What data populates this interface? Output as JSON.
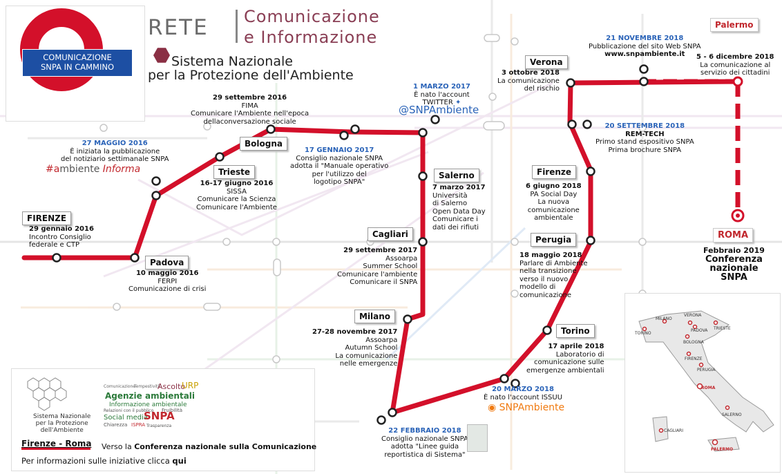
{
  "header": {
    "roundel_line1": "COMUNICAZIONE",
    "roundel_line2": "SNPA IN CAMMINO",
    "rete": "RETE",
    "comm_line1": "Comunicazione",
    "comm_line2": "e Informazione",
    "snpa_line1": "Sistema Nazionale",
    "snpa_line2": "per la Protezione dell'Ambiente"
  },
  "colors": {
    "main_line": "#d3102a",
    "accent_blue": "#2a63b8",
    "issuu_orange": "#f07a10"
  },
  "stations": {
    "firenze_2016": {
      "name": "FIRENZE",
      "date": "29 gennaio 2016",
      "l1": "Incontro Consiglio",
      "l2": "federale e CTP"
    },
    "padova": {
      "name": "Padova",
      "date": "10 maggio 2016",
      "l1": "FERPI",
      "l2": "Comunicazione di crisi"
    },
    "maggio": {
      "date": "27 MAGGIO 2016",
      "l1": "È iniziata la pubblicazione",
      "l2": "del notiziario settimanale SNPA",
      "hash1": "#",
      "hash2": "a",
      "hash3": "mbiente ",
      "hash4": "Informa"
    },
    "trieste": {
      "name": "Trieste",
      "date": "16-17 giugno 2016",
      "l1": "SISSA",
      "l2": "Comunicare la Scienza",
      "l3": "Comunicare l'Ambiente"
    },
    "bologna": {
      "name": "Bologna"
    },
    "fima": {
      "date": "29 settembre 2016",
      "l1": "FIMA",
      "l2": "Comunicare l'Ambiente nell'epoca",
      "l3": "dellaconversazione sociale"
    },
    "gennaio": {
      "date": "17 GENNAIO 2017",
      "l1": "Consiglio nazionale SNPA",
      "l2": "adotta il \"Manuale operativo",
      "l3": "per l'utilizzo del",
      "l4": "logotipo SNPA\""
    },
    "twitter": {
      "date": "1 MARZO 2017",
      "l1": "È nato l'account",
      "l2": "TWITTER",
      "handle": "@SNPAmbiente"
    },
    "salerno": {
      "name": "Salerno",
      "date": "7 marzo 2017",
      "l1": "Università",
      "l2": "di Salerno",
      "l3": "Open Data Day",
      "l4": "Comunicare i",
      "l5": "dati dei rifiuti"
    },
    "cagliari": {
      "name": "Cagliari",
      "date": "29 settembre 2017",
      "l1": "Assoarpa",
      "l2": "Summer School",
      "l3": "Comunicare l'ambiente",
      "l4": "Comunicare il SNPA"
    },
    "milano": {
      "name": "Milano",
      "date": "27-28 novembre 2017",
      "l1": "Assoarpa",
      "l2": "Autumn School",
      "l3": "La comunicazione",
      "l4": "nelle emergenze"
    },
    "febbraio2018": {
      "date": "22 FEBBRAIO 2018",
      "l1": "Consiglio nazionale SNPA",
      "l2": "adotta \"Linee guida",
      "l3": "reportistica di Sistema\""
    },
    "issuu": {
      "date": "20 MARZO 2018",
      "l1": "È nato l'account ISSUU",
      "handle": "SNPAmbiente"
    },
    "torino": {
      "name": "Torino",
      "date": "17 aprile 2018",
      "l1": "Laboratorio di",
      "l2": "comunicazione sulle",
      "l3": "emergenze ambientali"
    },
    "perugia": {
      "name": "Perugia",
      "date": "18 maggio 2018",
      "l1": "Parlare di Ambiente",
      "l2": "nella transizione",
      "l3": "verso il nuovo",
      "l4": "modello di",
      "l5": "comunicazione"
    },
    "firenze_2018": {
      "name": "Firenze",
      "date": "6 giugno 2018",
      "l1": "PA Social Day",
      "l2": "La nuova",
      "l3": "comunicazione",
      "l4": "ambientale"
    },
    "remtech": {
      "date": "20 SETTEMBRE 2018",
      "l1": "REM-TECH",
      "l2": "Primo stand espositivo SNPA",
      "l3": "Prima brochure SNPA"
    },
    "verona": {
      "name": "Verona",
      "date": "3 ottobre 2018",
      "l1": "La comunicazione",
      "l2": "del rischio"
    },
    "novembre": {
      "date": "21 NOVEMBRE 2018",
      "l1": "Pubblicazione del sito Web SNPA",
      "l2": "www.snpambiente.it"
    },
    "palermo": {
      "name": "Palermo",
      "date": "5 - 6 dicembre 2018",
      "l1": "La comunicazione al",
      "l2": "servizio dei cittadini"
    },
    "roma": {
      "name": "ROMA",
      "date": "Febbraio 2019",
      "l1": "Conferenza",
      "l2": "nazionale",
      "l3": "SNPA"
    }
  },
  "logo_block": {
    "l1": "Sistema Nazionale",
    "l2": "per la Protezione",
    "l3": "dell'Ambiente"
  },
  "cloud": {
    "w1": "Comunicazione",
    "w2": "Tempestività",
    "w3": "Ascolto",
    "w4": "URP",
    "w5": "Agenzie ambientali",
    "w6": "Informazione ambientale",
    "w7": "Relazioni con il pubblico",
    "w8": "Fruibilità",
    "w9": "Social media",
    "w10": "SNPA",
    "w11": "Chiarezza",
    "w12": "ISPRA",
    "w13": "Trasparenza"
  },
  "legend": {
    "title": "Firenze - Roma",
    "t_pre": "Verso la ",
    "t_bold": "Conferenza nazionale sulla Comunicazione",
    "info_pre": "Per informazioni sulle iniziative clicca ",
    "info_link": "qui"
  },
  "italy_map": {
    "cities": [
      "VERONA",
      "MILANO",
      "PADOVA",
      "TRIESTE",
      "TORINO",
      "BOLOGNA",
      "FIRENZE",
      "PERUGIA",
      "ROMA",
      "SALERNO",
      "CAGLIARI",
      "PALERMO"
    ]
  }
}
